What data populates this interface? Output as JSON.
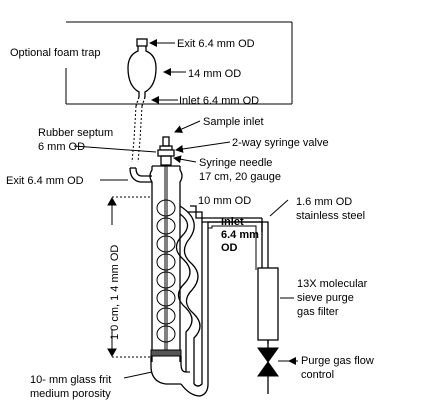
{
  "labels": {
    "foam_trap": "Optional foam trap",
    "exit_top": "Exit 6.4 mm OD",
    "mm14_od": "14 mm OD",
    "inlet_top": "Inlet 6.4 mm OD",
    "sample_inlet": "Sample inlet",
    "rubber_septum_1": "Rubber septum",
    "rubber_septum_2": "6 mm OD",
    "two_way_valve": "2-way syringe valve",
    "syringe_needle_1": "Syringe needle",
    "syringe_needle_2": "17 cm, 20 gauge",
    "exit_left": "Exit 6.4 mm OD",
    "mm10_od": "10 mm OD",
    "inlet_mid_1": "Inlet",
    "inlet_mid_2": "6.4 mm",
    "inlet_mid_3": "OD",
    "stainless_1": "1.6 mm OD",
    "stainless_2": "stainless steel",
    "vertical_dim": "1 0 cm, 1 4 mm OD",
    "filter_1": "13X molecular",
    "filter_2": "sieve purge",
    "filter_3": "gas filter",
    "purge_1": "Purge gas flow",
    "purge_2": "control",
    "frit_1": "10- mm glass frit",
    "frit_2": "medium porosity"
  }
}
